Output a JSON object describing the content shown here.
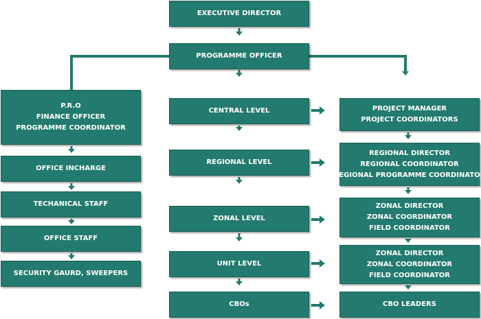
{
  "colors": {
    "box": "#237a6e",
    "connector": "#237a6e",
    "text": "#ffffff"
  },
  "nodes": {
    "executive_director": [
      "EXECUTIVE DIRECTOR"
    ],
    "programme_officer": [
      "PROGRAMME OFFICER"
    ],
    "left_top": [
      "P.R.O",
      "FINANCE OFFICER",
      "PROGRAMME COORDINATOR"
    ],
    "office_incharge": [
      "OFFICE INCHARGE"
    ],
    "technical_staff": [
      "TECHANICAL STAFF"
    ],
    "office_staff": [
      "OFFICE STAFF"
    ],
    "security": [
      "SECURITY GAURD, SWEEPERS"
    ],
    "central_level": [
      "CENTRAL LEVEL"
    ],
    "regional_level": [
      "REGIONAL LEVEL"
    ],
    "zonal_level": [
      "ZONAL LEVEL"
    ],
    "unit_level": [
      "UNIT LEVEL"
    ],
    "cbos": [
      "CBOs"
    ],
    "project_manager": [
      "PROJECT MANAGER",
      "PROJECT COORDINATORS"
    ],
    "regional_director": [
      "REGIONAL DIRECTOR",
      "REGIONAL COORDINATOR",
      "REGIONAL PROGRAMME COORDINATOR"
    ],
    "zonal_director_1": [
      "ZONAL DIRECTOR",
      "ZONAL COORDINATOR",
      "FIELD COORDINATOR"
    ],
    "zonal_director_2": [
      "ZONAL DIRECTOR",
      "ZONAL COORDINATOR",
      "FIELD COORDINATOR"
    ],
    "cbo_leaders": [
      "CBO LEADERS"
    ]
  }
}
